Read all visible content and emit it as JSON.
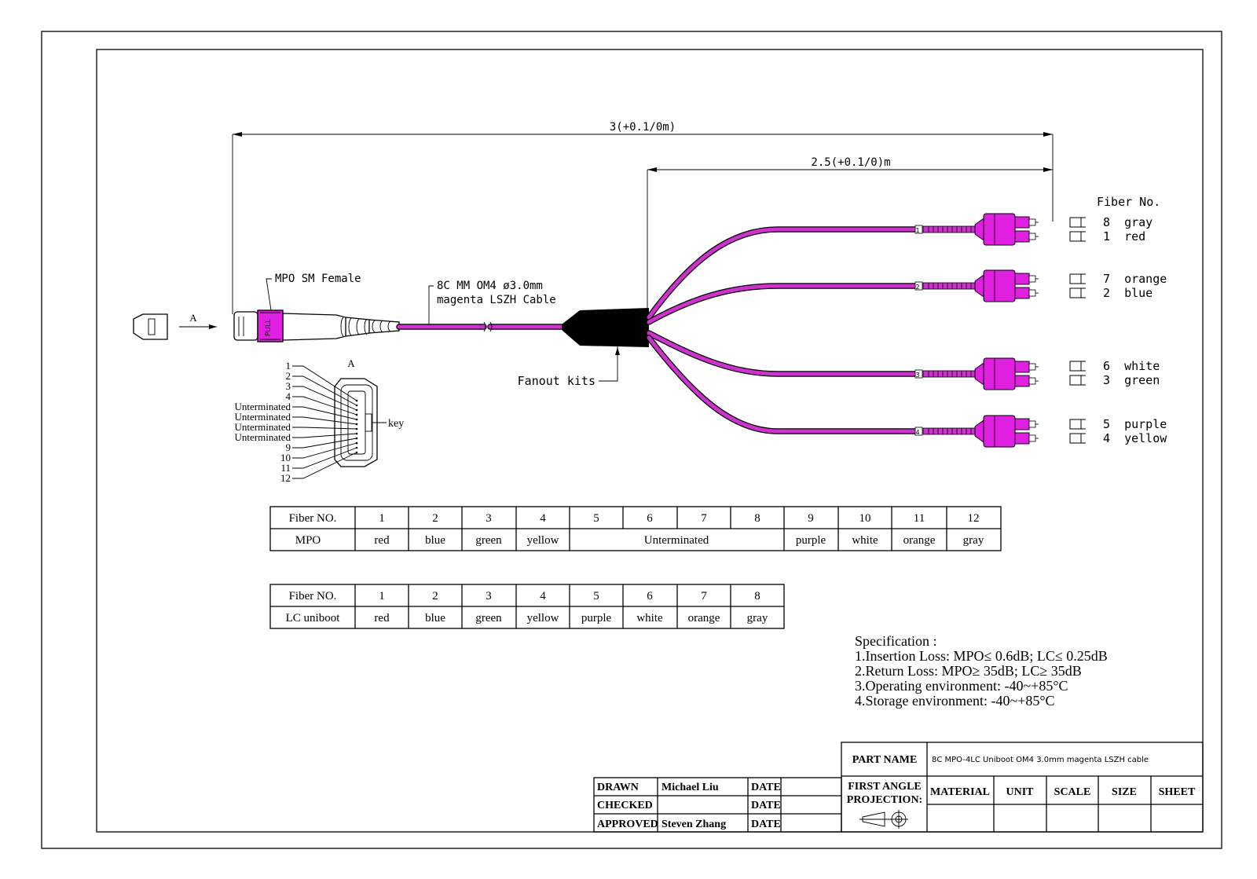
{
  "dimensions": {
    "total": "3(+0.1/0m)",
    "breakout": "2.5(+0.1/0)m"
  },
  "labels": {
    "mpo_connector": "MPO SM Female",
    "cable_line1": "8C MM OM4 ø3.0mm",
    "cable_line2": "magenta LSZH Cable",
    "fanout": "Fanout kits",
    "view_a_arrow": "A",
    "view_a_title": "A",
    "key": "key",
    "pull": "PULL",
    "fiber_no_heading": "Fiber No."
  },
  "mpo_face_pins": [
    "1",
    "2",
    "3",
    "4",
    "Unterminated",
    "Unterminated",
    "Unterminated",
    "Unterminated",
    "9",
    "10",
    "11",
    "12"
  ],
  "lc_legs": [
    {
      "leg": "1",
      "top": "8  gray",
      "bottom": "1  red"
    },
    {
      "leg": "2",
      "top": "7  orange",
      "bottom": "2  blue"
    },
    {
      "leg": "3",
      "top": "6  white",
      "bottom": "3  green"
    },
    {
      "leg": "4",
      "top": "5  purple",
      "bottom": "4  yellow"
    }
  ],
  "mpo_table": {
    "header_label": "Fiber NO.",
    "row_label": "MPO",
    "fibers": [
      "1",
      "2",
      "3",
      "4",
      "5",
      "6",
      "7",
      "8",
      "9",
      "10",
      "11",
      "12"
    ],
    "colors": [
      "red",
      "blue",
      "green",
      "yellow",
      "Unterminated",
      "purple",
      "white",
      "orange",
      "gray"
    ]
  },
  "lc_table": {
    "header_label": "Fiber NO.",
    "row_label": "LC uniboot",
    "fibers": [
      "1",
      "2",
      "3",
      "4",
      "5",
      "6",
      "7",
      "8"
    ],
    "colors": [
      "red",
      "blue",
      "green",
      "yellow",
      "purple",
      "white",
      "orange",
      "gray"
    ]
  },
  "specification": {
    "title": "Specification :",
    "items": [
      "1.Insertion Loss: MPO≤ 0.6dB; LC≤ 0.25dB",
      "2.Return Loss: MPO≥ 35dB; LC≥ 35dB",
      "3.Operating environment: -40~+85°C",
      "4.Storage environment: -40~+85°C"
    ]
  },
  "title_block": {
    "drawn_label": "DRAWN",
    "drawn_value": "Michael Liu",
    "checked_label": "CHECKED",
    "checked_value": "",
    "approved_label": "APPROVED",
    "approved_value": "Steven Zhang",
    "date_label": "DATE",
    "part_name_label": "PART NAME",
    "part_name_value": "8C MPO-4LC Uniboot OM4 3.0mm magenta LSZH cable",
    "projection_line1": "FIRST ANGLE",
    "projection_line2": "PROJECTION:",
    "material_label": "MATERIAL",
    "unit_label": "UNIT",
    "scale_label": "SCALE",
    "size_label": "SIZE",
    "sheet_label": "SHEET"
  },
  "colors": {
    "cable": "#cc33cc",
    "connector": "#e020e0",
    "line": "#000000"
  }
}
